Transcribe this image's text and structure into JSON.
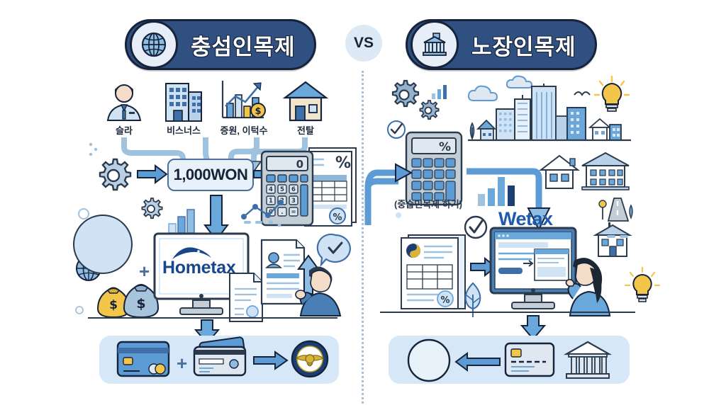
{
  "page": {
    "title_left": "충섬인목제",
    "title_right": "노장인목제",
    "vs_label": "VS",
    "background": "#ffffff",
    "divider_color": "#a9bfd4",
    "accent_navy": "#2f5080",
    "accent_blue": "#4f9ad8",
    "ink": "#16233a"
  },
  "left": {
    "badge_icon": "globe-icon",
    "sources": [
      {
        "icon": "person-icon",
        "label": "슬라"
      },
      {
        "icon": "building-icon",
        "label": "비스너스"
      },
      {
        "icon": "growth-chart-icon",
        "label": "증원, 이턱수"
      },
      {
        "icon": "house-icon",
        "label": "전탈"
      }
    ],
    "amount_box": "1,000WON",
    "calculator_display": "0",
    "calculator_keys": [
      "4",
      "5",
      "6",
      "1",
      "2",
      "3",
      "0",
      ".",
      "="
    ],
    "percent_symbol": "%",
    "portal_name": "Hometax",
    "money_symbol": "$",
    "payment": {
      "plus": "+",
      "card_one": "credit-card-icon",
      "card_two": "debit-card-icon",
      "result": "government-seal-icon"
    }
  },
  "right": {
    "badge_icon": "bank-icon",
    "note_label": "(중습인목제 하기)",
    "portal_name": "Wetax",
    "calculator_percent": "%",
    "icons": [
      "gear-icon",
      "bar-chart-icon",
      "cloud-icon",
      "city-skyline-icon",
      "lightbulb-icon",
      "house-icon",
      "bank-building-icon",
      "road-icon",
      "school-icon",
      "tree-icon",
      "check-circle-icon"
    ],
    "payment": {
      "card": "chip-card-icon",
      "bank": "bank-building-icon",
      "result": "blank-circle-icon"
    }
  }
}
